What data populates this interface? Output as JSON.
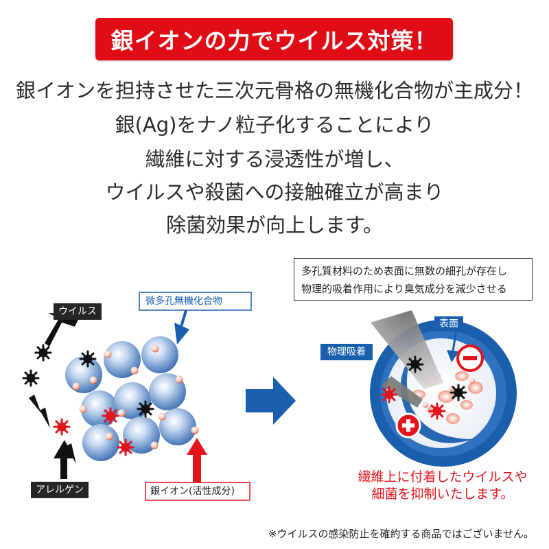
{
  "headline": "銀イオンの力でウイルス対策！",
  "body_lines": [
    "銀イオンを担持させた三次元骨格の無機化合物が主成分！",
    "銀(Ag)をナノ粒子化することにより",
    "繊維に対する浸透性が増し、",
    "ウイルスや殺菌への接触確立が高まり",
    "除菌効果が向上します。"
  ],
  "left_diagram": {
    "label_virus": "ウイルス",
    "label_allergen": "アレルゲン",
    "label_compound": "微多孔無機化合物",
    "label_silver_ion": "銀イオン(活性成分)"
  },
  "right_diagram": {
    "note_line1": "多孔質材料のため表面に無数の細孔が存在し",
    "note_line2": "物理的吸着作用により臭気成分を減少させる",
    "label_surface": "表面",
    "label_adsorption": "物理吸着",
    "result_line1": "繊維上に付着したウイルスや",
    "result_line2": "細菌を抑制いたします。"
  },
  "footnote": "※ウイルスの感染防止を確約する商品ではございません。",
  "colors": {
    "brand_red": "#e10d16",
    "brand_blue": "#1a5fae",
    "text_red": "#e4141c"
  }
}
